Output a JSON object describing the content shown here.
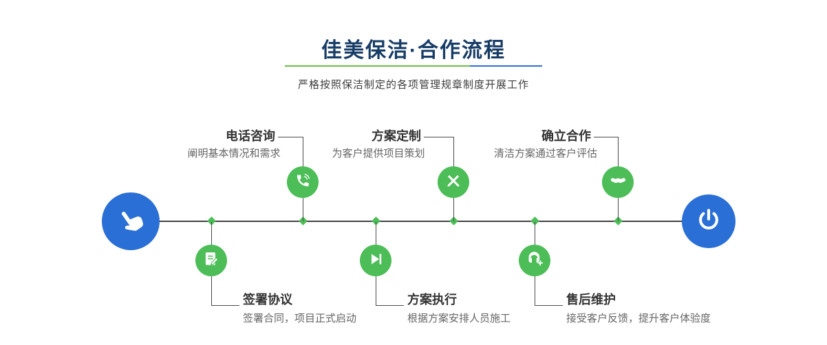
{
  "header": {
    "title": "佳美保洁·合作流程",
    "subtitle": "严格按照保洁制定的各项管理规章制度开展工作"
  },
  "steps_top": [
    {
      "title": "电话咨询",
      "desc": "阐明基本情况和需求",
      "icon": "phone-icon"
    },
    {
      "title": "方案定制",
      "desc": "为客户提供项目策划",
      "icon": "design-icon"
    },
    {
      "title": "确立合作",
      "desc": "清洁方案通过客户评估",
      "icon": "handshake-icon"
    }
  ],
  "steps_bottom": [
    {
      "title": "签署协议",
      "desc": "签署合同，项目正式启动",
      "icon": "contract-icon"
    },
    {
      "title": "方案执行",
      "desc": "根据方案安排人员施工",
      "icon": "play-icon"
    },
    {
      "title": "售后维护",
      "desc": "接受客户反馈，提升客户体验度",
      "icon": "headset-icon"
    }
  ],
  "colors": {
    "node_green": "#4cbd57",
    "divider_green": "#6cbd45",
    "primary_blue": "#2a6fd6",
    "title_navy": "#173c66"
  }
}
